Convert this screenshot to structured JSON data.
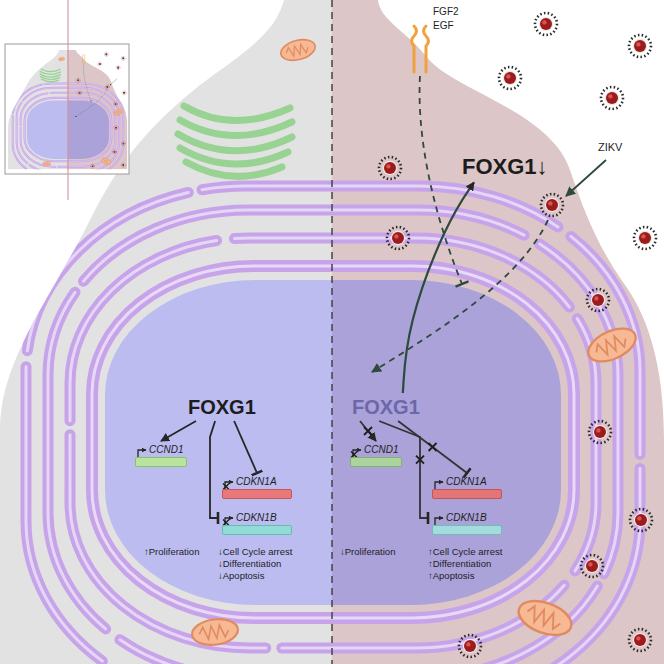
{
  "diagram": {
    "nodes": [
      {
        "text": [
          "FOXG1"
        ]
      },
      {
        "text": [
          "CCND1"
        ]
      },
      {
        "text": [
          "CDKN1A"
        ]
      },
      {
        "text": [
          "CDKN1B"
        ]
      },
      {
        "text": [
          "FOXG1"
        ]
      },
      {
        "text": [
          "CCND1"
        ]
      },
      {
        "text": [
          "CDKN1A"
        ]
      },
      {
        "text": [
          "CDKN1B"
        ]
      },
      {
        "text": [
          "FOXG1↓"
        ]
      }
    ],
    "edges": [
      {
        "from": 0,
        "to": 1,
        "arrow": "to"
      },
      {
        "from": 0,
        "to": 2,
        "arrow": "to"
      },
      {
        "from": 0,
        "to": 3,
        "arrow": "to"
      },
      {
        "from": 4,
        "to": 5,
        "arrow": "to"
      },
      {
        "from": 4,
        "to": 6,
        "arrow": "to"
      },
      {
        "from": 4,
        "to": 7,
        "arrow": "to"
      },
      {
        "from": 4,
        "to": 8,
        "arrow": "to"
      }
    ],
    "labels": [
      "FGF2",
      "EGF",
      "ZIKV",
      "↑Proliferation",
      "↓Cell Cycle arrest",
      "↓Differentiation",
      "↓Apoptosis",
      "↓Proliferation",
      "↑Cell Cycle arrest",
      "↑Differentiation",
      "↑Apoptosis"
    ]
  }
}
